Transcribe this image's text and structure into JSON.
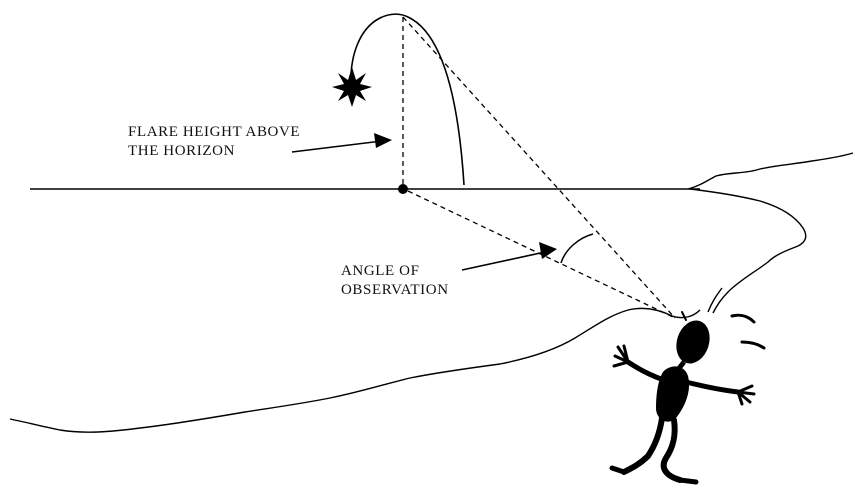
{
  "labels": {
    "flare_height_line1": "FLARE HEIGHT ABOVE",
    "flare_height_line2": "THE HORIZON",
    "angle_line1": "ANGLE OF",
    "angle_line2": "OBSERVATION"
  },
  "colors": {
    "ink": "#000000",
    "background": "#ffffff"
  }
}
